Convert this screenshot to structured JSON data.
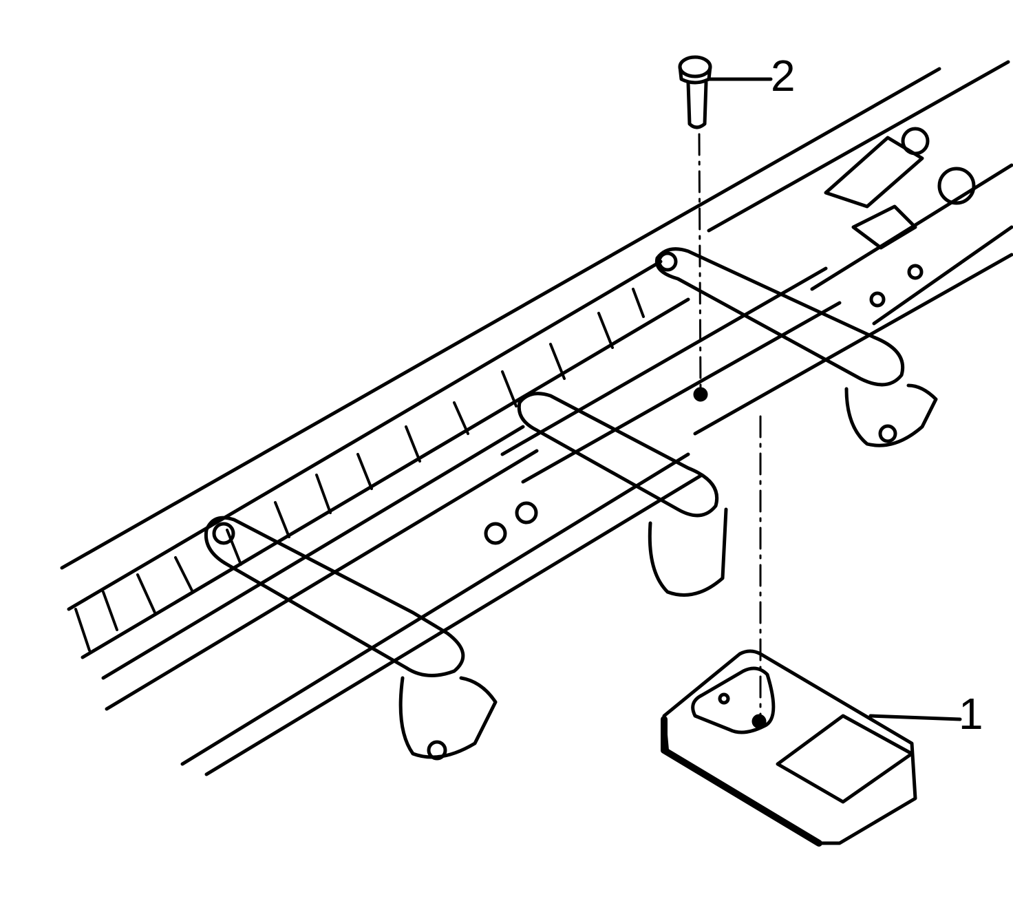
{
  "figure": {
    "callouts": [
      {
        "id": "1",
        "label": "1"
      },
      {
        "id": "2",
        "label": "2"
      }
    ],
    "colors": {
      "ink": "#000000",
      "paper": "#ffffff"
    }
  }
}
